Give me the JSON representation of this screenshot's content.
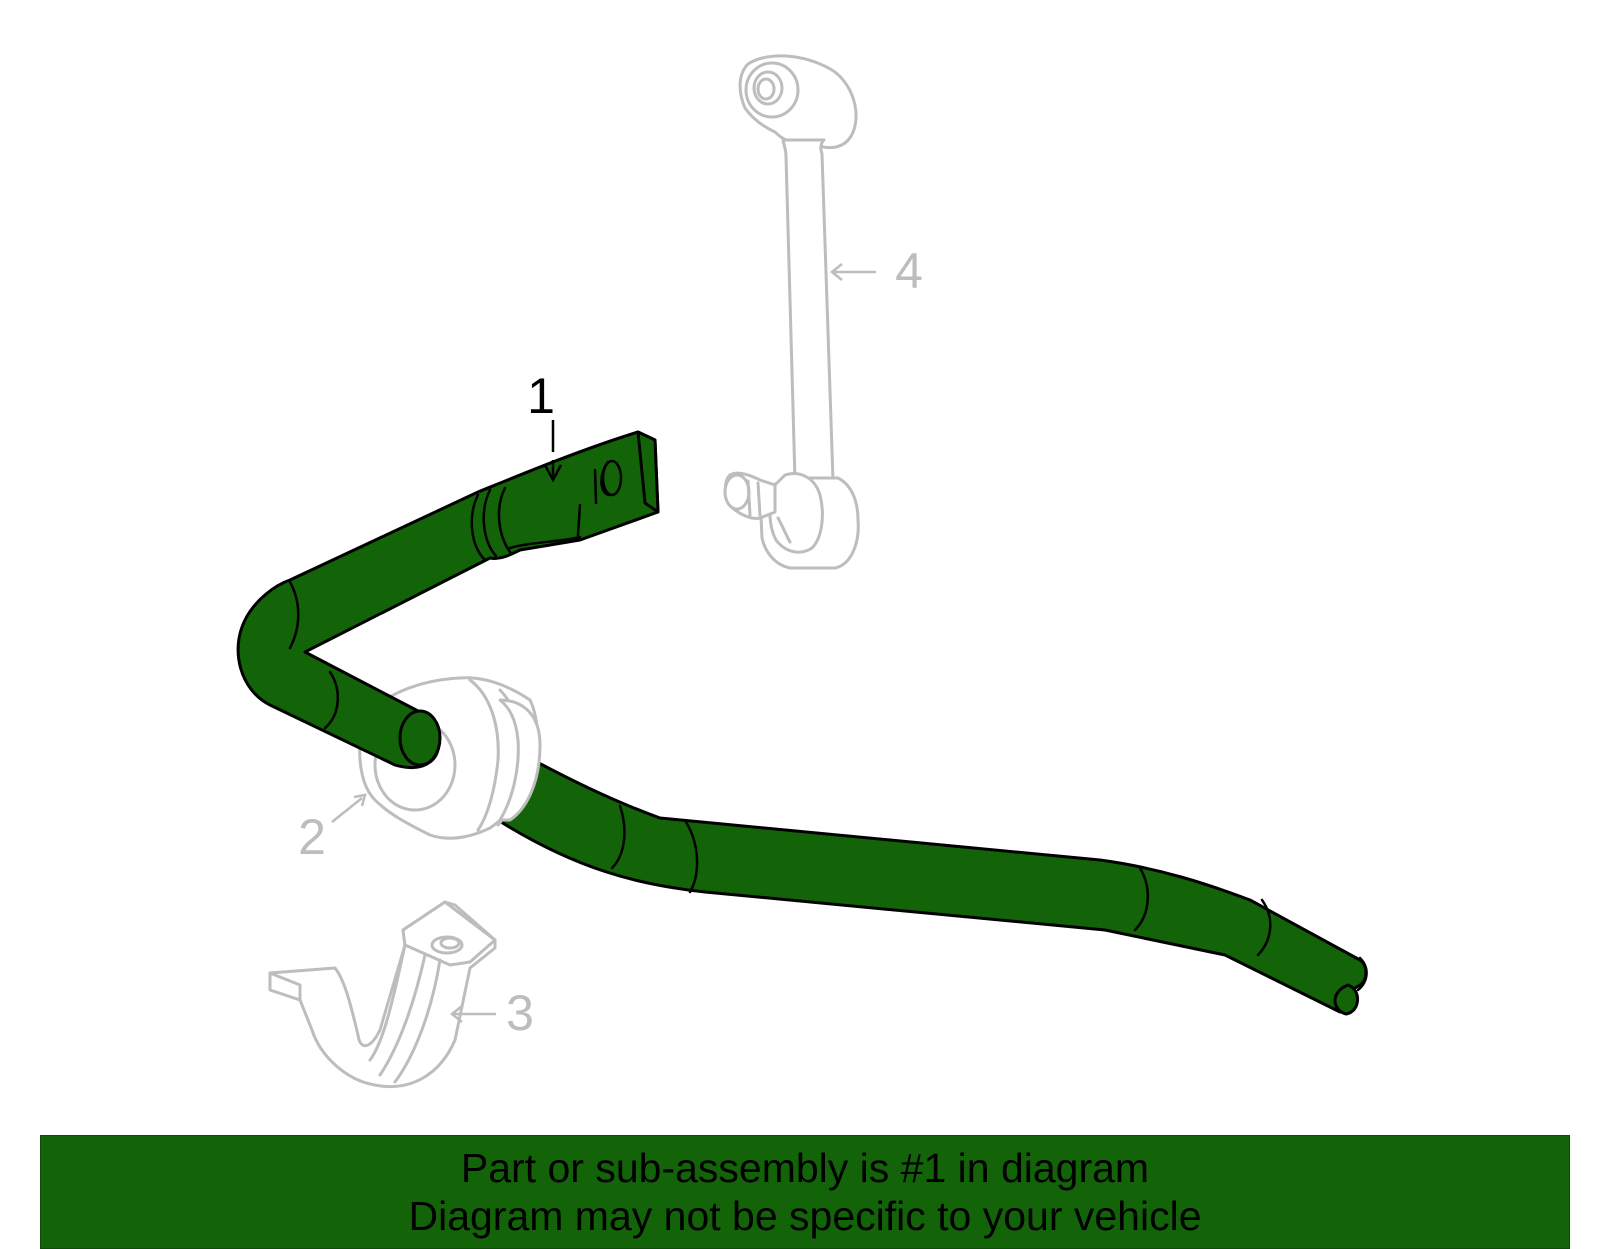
{
  "colors": {
    "highlight": "#136408",
    "ghost_stroke": "#bdbdbd",
    "outline": "#000000",
    "banner_bg": "#136408",
    "banner_text": "#000000"
  },
  "callouts": [
    {
      "number": "1",
      "part": "stabilizer-bar",
      "highlighted": true
    },
    {
      "number": "2",
      "part": "bushing",
      "highlighted": false
    },
    {
      "number": "3",
      "part": "bracket",
      "highlighted": false
    },
    {
      "number": "4",
      "part": "stabilizer-link",
      "highlighted": false
    }
  ],
  "banner": {
    "line1": "Part or sub-assembly is #1 in diagram",
    "line2": "Diagram may not be specific to your vehicle"
  }
}
